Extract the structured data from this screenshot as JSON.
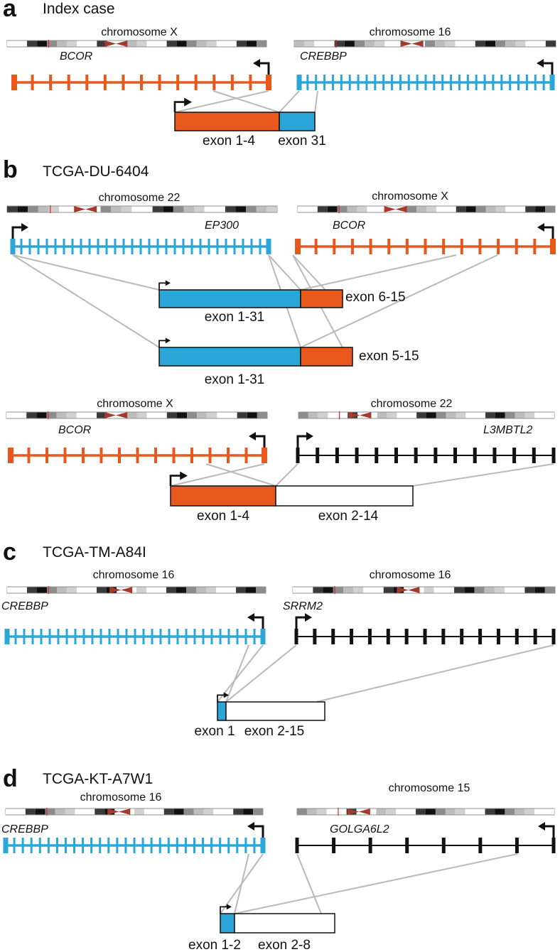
{
  "colors": {
    "BCOR": "#e8581c",
    "CREBBP": "#2aa6d8",
    "EP300": "#2aa6d8",
    "L3MBTL2": "#111111",
    "SRRM2": "#111111",
    "GOLGA6L2": "#111111",
    "partner_white": "#ffffff",
    "connector": "#b9b9b9"
  },
  "panels": [
    {
      "letter": "a",
      "title": "Index case",
      "fusions": [
        {
          "left": {
            "chromosome": "chromosome X",
            "gene": "BCOR",
            "color": "#e8581c",
            "exon_count": 15,
            "strand": "reverse"
          },
          "right": {
            "chromosome": "chromosome 16",
            "gene": "CREBBP",
            "color": "#2aa6d8",
            "exon_count": 31,
            "strand": "reverse"
          },
          "products": [
            {
              "first_label": "exon 1-4",
              "second_label": "exon 31",
              "first_gene": "BCOR",
              "second_gene": "CREBBP"
            }
          ]
        }
      ]
    },
    {
      "letter": "b",
      "title": "TCGA-DU-6404",
      "fusions": [
        {
          "left": {
            "chromosome": "chromosome 22",
            "gene": "EP300",
            "color": "#2aa6d8",
            "exon_count": 31,
            "strand": "forward"
          },
          "right": {
            "chromosome": "chromosome X",
            "gene": "BCOR",
            "color": "#e8581c",
            "exon_count": 15,
            "strand": "reverse"
          },
          "products": [
            {
              "first_label": "exon 1-31",
              "second_label": "exon 6-15",
              "first_gene": "EP300",
              "second_gene": "BCOR"
            },
            {
              "first_label": "exon 1-31",
              "second_label": "exon 5-15",
              "first_gene": "EP300",
              "second_gene": "BCOR"
            }
          ]
        },
        {
          "left": {
            "chromosome": "chromosome X",
            "gene": "BCOR",
            "color": "#e8581c",
            "exon_count": 15,
            "strand": "reverse"
          },
          "right": {
            "chromosome": "chromosome 22",
            "gene": "L3MBTL2",
            "color": "#111111",
            "exon_count": 14,
            "strand": "forward"
          },
          "products": [
            {
              "first_label": "exon 1-4",
              "second_label": "exon 2-14",
              "first_gene": "BCOR",
              "second_gene": "L3MBTL2"
            }
          ]
        }
      ]
    },
    {
      "letter": "c",
      "title": "TCGA-TM-A84I",
      "fusions": [
        {
          "left": {
            "chromosome": "chromosome 16",
            "gene": "CREBBP",
            "color": "#2aa6d8",
            "exon_count": 31,
            "strand": "reverse"
          },
          "right": {
            "chromosome": "chromosome 16",
            "gene": "SRRM2",
            "color": "#111111",
            "exon_count": 15,
            "strand": "forward"
          },
          "products": [
            {
              "first_label": "exon 1",
              "second_label": "exon 2-15",
              "first_gene": "CREBBP",
              "second_gene": "SRRM2"
            }
          ]
        }
      ]
    },
    {
      "letter": "d",
      "title": "TCGA-KT-A7W1",
      "fusions": [
        {
          "left": {
            "chromosome": "chromosome 16",
            "gene": "CREBBP",
            "color": "#2aa6d8",
            "exon_count": 31,
            "strand": "reverse"
          },
          "right": {
            "chromosome": "chromosome 15",
            "gene": "GOLGA6L2",
            "color": "#111111",
            "exon_count": 8,
            "strand": "reverse"
          },
          "products": [
            {
              "first_label": "exon 1-2",
              "second_label": "exon 2-8",
              "first_gene": "CREBBP",
              "second_gene": "GOLGA6L2"
            }
          ]
        }
      ]
    }
  ]
}
